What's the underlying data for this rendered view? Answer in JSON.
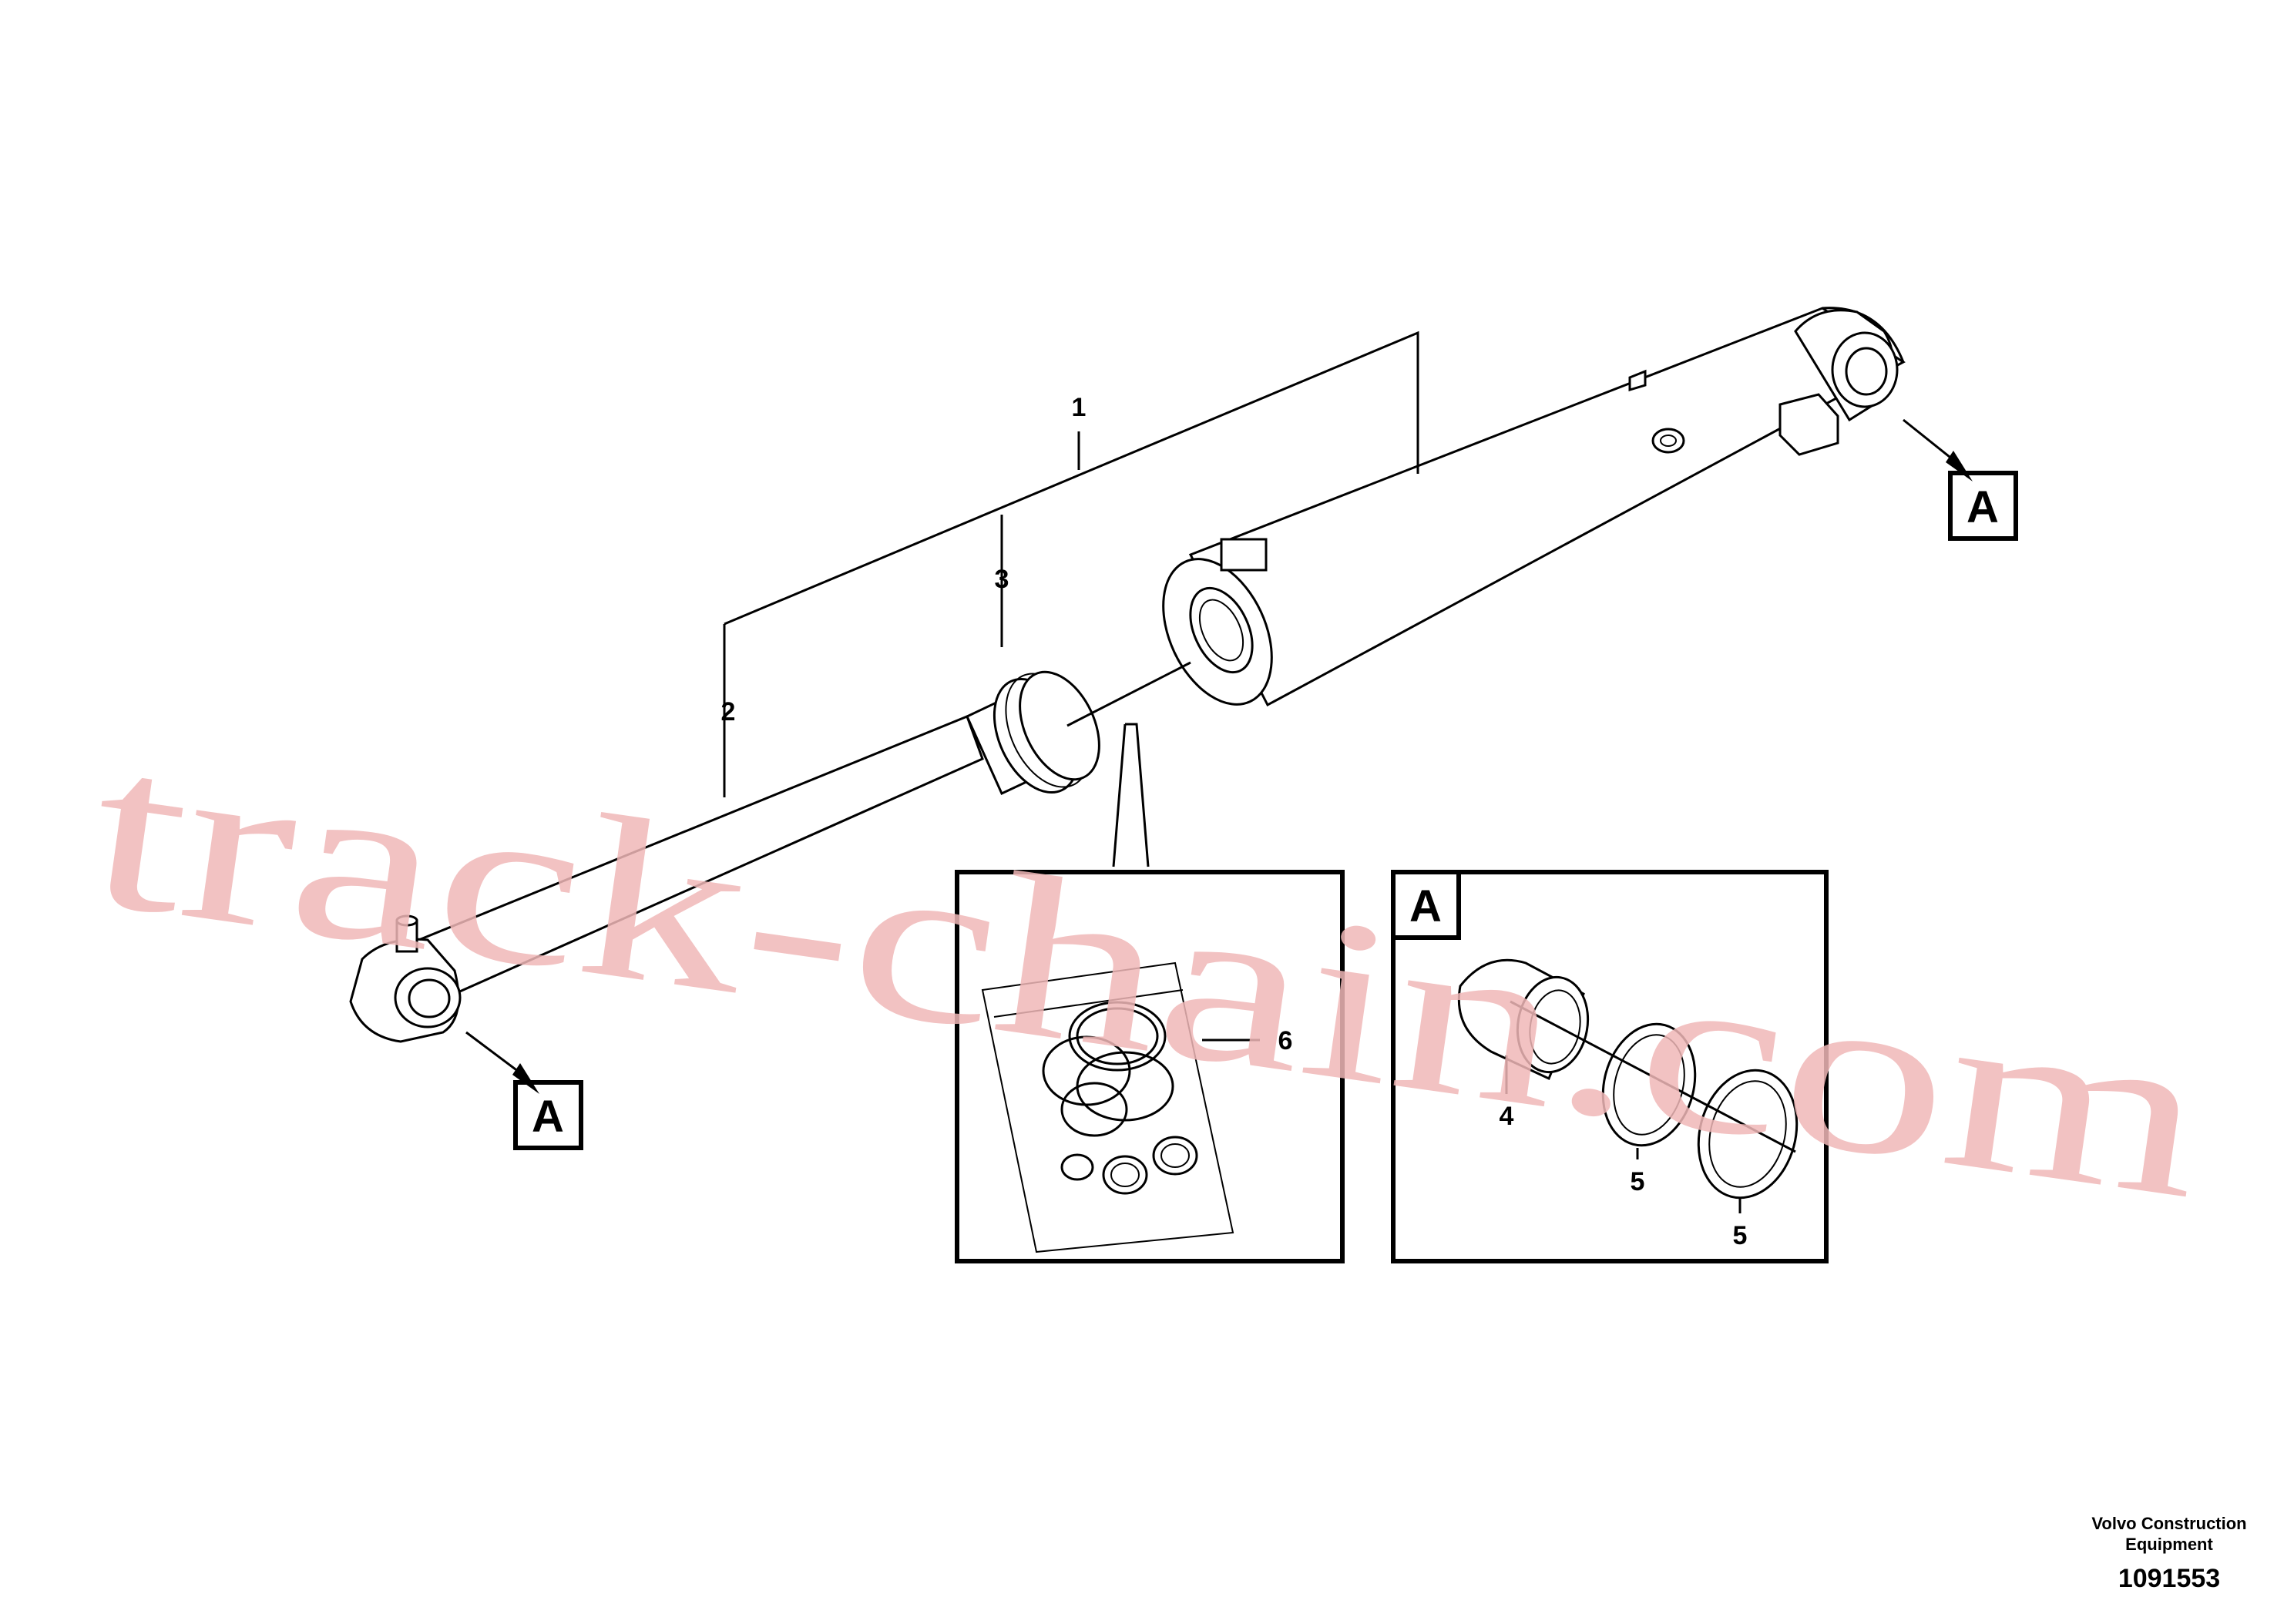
{
  "callouts": {
    "c1": "1",
    "c2": "2",
    "c3": "3",
    "c4": "4",
    "c5a": "5",
    "c5b": "5",
    "c6": "6"
  },
  "view_refs": {
    "rod_end": "A",
    "barrel_end": "A",
    "detail_box": "A"
  },
  "footer": {
    "company_line1": "Volvo Construction",
    "company_line2": "Equipment",
    "drawing_number": "1091553"
  },
  "watermark": "track-chain.com"
}
